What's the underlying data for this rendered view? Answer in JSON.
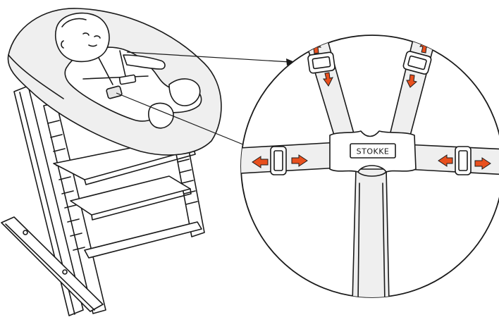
{
  "illustration": {
    "brand_label": "STOKKE",
    "arrow_color": "#e8501e",
    "line_color": "#1a1a1a",
    "icons": [
      "high-chair",
      "baby-in-newborn-set",
      "harness-buckle",
      "strap-adjuster",
      "adjust-arrow"
    ]
  }
}
